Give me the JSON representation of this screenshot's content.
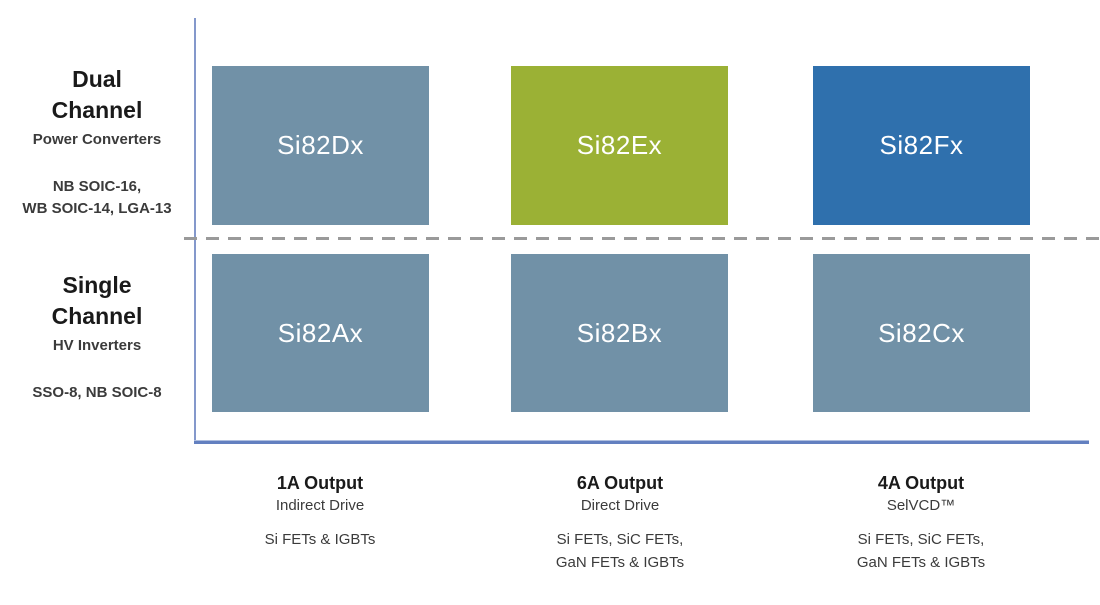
{
  "diagram": {
    "description": "Si82xx isolated gate driver product selection matrix",
    "rows": [
      {
        "title": "Dual\nChannel",
        "subtitle": "Power Converters",
        "packages": "NB SOIC-16,\nWB SOIC-14, LGA-13"
      },
      {
        "title": "Single\nChannel",
        "subtitle": "HV Inverters",
        "packages": "SSO-8, NB SOIC-8"
      }
    ],
    "columns": [
      {
        "title": "1A Output",
        "subtitle": "Indirect Drive",
        "devices": "Si FETs & IGBTs"
      },
      {
        "title": "6A Output",
        "subtitle": "Direct Drive",
        "devices": "Si FETs, SiC FETs,\nGaN FETs & IGBTs"
      },
      {
        "title": "4A Output",
        "subtitle": "SelVCD™",
        "devices": "Si FETs, SiC FETs,\nGaN FETs & IGBTs"
      }
    ],
    "cells": [
      [
        {
          "label": "Si82Dx",
          "color": "#7191A7"
        },
        {
          "label": "Si82Ex",
          "color": "#9BB135"
        },
        {
          "label": "Si82Fx",
          "color": "#2F70AD"
        }
      ],
      [
        {
          "label": "Si82Ax",
          "color": "#7191A7"
        },
        {
          "label": "Si82Bx",
          "color": "#7191A7"
        },
        {
          "label": "Si82Cx",
          "color": "#7191A7"
        }
      ]
    ],
    "styles": {
      "background": "#FFFFFF",
      "vertical_axis_color": "#8498CB",
      "horizontal_axis_color": "#6380C0",
      "divider_color": "#9A9A9A",
      "cell_text_color": "#FFFFFF"
    }
  }
}
